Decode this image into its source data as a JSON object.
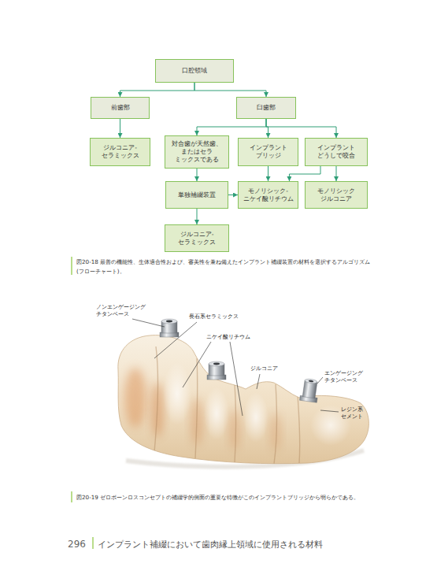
{
  "diagram": {
    "caption": "図20-18 最善の機能性、生体適合性および、審美性を兼ね備えたインプラント補綴装置の材料を選択するアルゴリズム(フローチャート)。",
    "nodes": [
      {
        "text": [
          "口腔領域"
        ]
      },
      {
        "text": [
          "前歯部"
        ]
      },
      {
        "text": [
          "臼歯部"
        ]
      },
      {
        "text": [
          "ジルコニア- セラミックス"
        ]
      },
      {
        "text": [
          "対合歯が天然歯、 またはセラ ミックスである"
        ]
      },
      {
        "text": [
          "インプラント ブリッジ"
        ]
      },
      {
        "text": [
          "インプラント どうしで咬合"
        ]
      },
      {
        "text": [
          "単独補綴装置"
        ]
      },
      {
        "text": [
          "モノリシック- ニケイ酸リチウム"
        ]
      },
      {
        "text": [
          "モノリシック ジルコニア"
        ]
      },
      {
        "text": [
          "ジルコニア- セラミックス"
        ]
      }
    ],
    "edges": [
      {
        "from": 0,
        "to": 1,
        "arrow": "to"
      },
      {
        "from": 0,
        "to": 2,
        "arrow": "to"
      },
      {
        "from": 1,
        "to": 3,
        "arrow": "to"
      },
      {
        "from": 2,
        "to": 4,
        "arrow": "to"
      },
      {
        "from": 2,
        "to": 5,
        "arrow": "to"
      },
      {
        "from": 2,
        "to": 6,
        "arrow": "to"
      },
      {
        "from": 4,
        "to": 7,
        "arrow": "to"
      },
      {
        "from": 7,
        "to": 10,
        "arrow": "to"
      },
      {
        "from": 7,
        "to": 8,
        "arrow": "to"
      },
      {
        "from": 5,
        "to": 8,
        "arrow": "to"
      },
      {
        "from": 6,
        "to": 8,
        "arrow": "to"
      },
      {
        "from": 6,
        "to": 9,
        "arrow": "to"
      }
    ],
    "labels": [
      "ノンエンゲージング チタンベース",
      "長石系セラミックス",
      "ニケイ酸リチウム",
      "ジルコニア",
      "エンゲージング チタンベース",
      "レジン系 セメント",
      "図20-19 ゼロボーンロスコンセプトの補綴学的側面の重要な特徴がこのインプラントブリッジから明らかである。",
      "296",
      "インプラント補綴において歯肉縁上領域に使用される材料"
    ]
  }
}
